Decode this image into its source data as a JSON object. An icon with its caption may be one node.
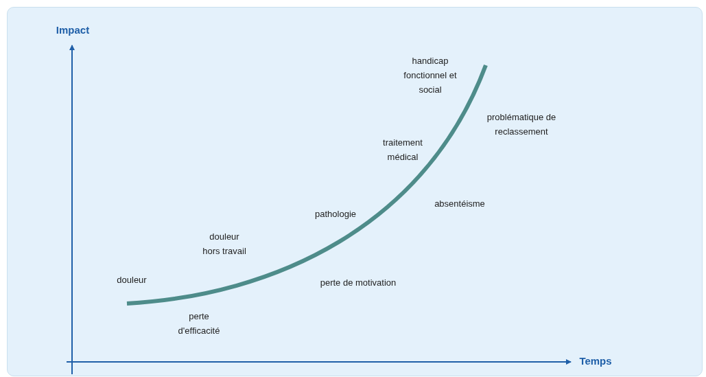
{
  "diagram": {
    "labels": [
      "Impact",
      "handicap fonctionnel et social",
      "problématique de reclassement",
      "traitement médical",
      "absentéisme",
      "pathologie",
      "douleur hors travail",
      "douleur",
      "perte de motivation",
      "perte d'efficacité",
      "Temps"
    ]
  }
}
